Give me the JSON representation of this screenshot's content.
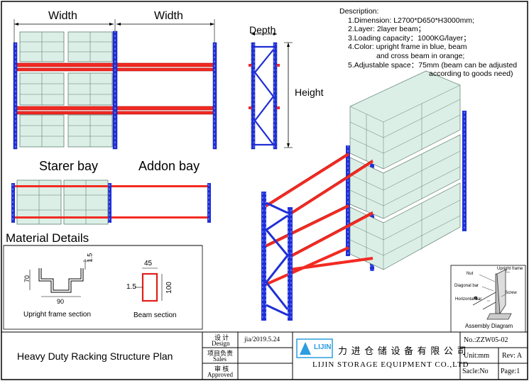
{
  "front_view": {
    "width_label_1": "Width",
    "width_label_2": "Width",
    "starter_bay_label": "Starer bay",
    "addon_bay_label": "Addon bay"
  },
  "side_view": {
    "depth_label": "Depth",
    "height_label": "Height"
  },
  "description": {
    "heading": "Description:",
    "lines": [
      "1.Dimension: L2700*D650*H3000mm;",
      "2.Layer: 2layer beam；",
      "3.Loading capacity：1000KG/layer；",
      "4.Color: upright frame in blue, beam",
      "and cross beam in orange;",
      "5.Adjustable space：75mm (beam can be adjusted",
      "according to goods need)"
    ]
  },
  "material": {
    "title": "Material Details",
    "upright_section_label": "Upright frame section",
    "beam_section_label": "Beam section",
    "upright_dims": {
      "height": "70",
      "width": "90",
      "thickness": "1.5"
    },
    "beam_dims": {
      "width": "45",
      "height": "100",
      "thickness": "1.5"
    }
  },
  "assembly": {
    "title": "Assembly Diagram",
    "nut": "Nut",
    "upright_frame": "Upright frame",
    "diagonal_bar": "Diagonal bar",
    "screw": "Screw",
    "horizontal_bar": "Horizontal bar"
  },
  "title_block": {
    "plan_title": "Heavy Duty Racking Structure Plan",
    "design_cn": "设 计",
    "design_en": "Design",
    "design_value": "jia/2019.5.24",
    "sales_cn": "项目负责",
    "sales_en": "Sales",
    "approved_cn": "审 核",
    "approved_en": "Approved",
    "company_cn": "力 进 仓 储 设 备 有 限 公 司",
    "company_en": "LIJIN STORAGE EQUIPMENT CO.,LTD",
    "logo_text": "LIJIN",
    "doc_no": "No.:ZZW05-02",
    "unit": "Unit:mm",
    "rev": "Rev: A",
    "scale": "Sacle:No",
    "page": "Page:1"
  },
  "colors": {
    "upright_blue": "#1f2fd6",
    "beam_red": "#f22a22",
    "pallet_fill": "#dcefe6",
    "pallet_line": "#5d7f74"
  }
}
